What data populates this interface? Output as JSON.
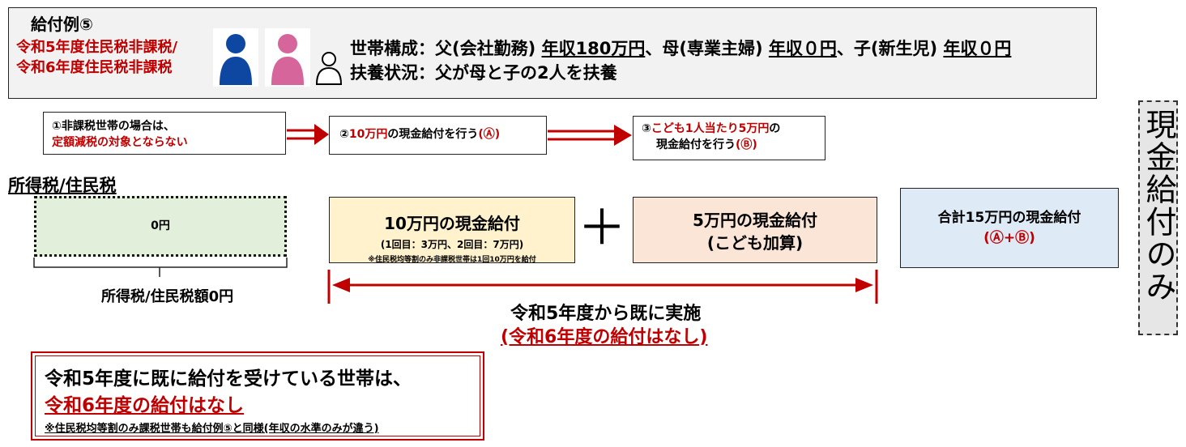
{
  "header": {
    "title": "給付例⑤",
    "case_line1": "令和5年度住民税非課税/",
    "case_line2": "令和6年度住民税非課税",
    "family_label": "世帯構成：父(会社勤務) ",
    "father_income": "年収180万円",
    "family_mid1": "、母(専業主婦) ",
    "mother_income": "年収０円",
    "family_mid2": "、子(新生児) ",
    "child_income": "年収０円",
    "support_line": "扶養状況：父が母と子の2人を扶養",
    "person_icons": [
      "father-icon",
      "mother-icon",
      "child-icon"
    ],
    "colors": {
      "father": "#0d47a1",
      "mother": "#d6659c",
      "accent_red": "#c00000"
    }
  },
  "steps": {
    "step1_line1": "①非課税世帯の場合は、",
    "step1_line2": "定額減税の対象とならない",
    "step2_pre": "②",
    "step2_red": "10万円",
    "step2_mid": "の現金給付を行う",
    "step2_mark": "(Ⓐ)",
    "step3_pre": "③",
    "step3_red": "こども1人当たり5万円",
    "step3_post": "の",
    "step3_line2": "現金給付を行う",
    "step3_mark": "(Ⓑ)"
  },
  "vertical_label": "現金給付のみ",
  "tax": {
    "heading": "所得税/住民税",
    "box_value": "0円",
    "caption": "所得税/住民税額0円"
  },
  "benefits": {
    "b10_main": "10万円の現金給付",
    "b10_sub": "(1回目：3万円、2回目：7万円)",
    "b10_note": "※住民税均等割のみ非課税世帯は1回10万円を給付",
    "plus": "＋",
    "b5_line1": "5万円の現金給付",
    "b5_line2": "(こども加算)",
    "total_line1": "合計15万円の現金給付",
    "total_line2": "(Ⓐ+Ⓑ)"
  },
  "implemented": {
    "line1": "令和5年度から既に実施",
    "line2": "(令和6年度の給付はなし)"
  },
  "note": {
    "line1": "令和5年度に既に給付を受けている世帯は、",
    "line2": "令和6年度の給付はなし",
    "line3": "※住民税均等割のみ課税世帯も給付例⑤と同様(年収の水準のみが違う)"
  }
}
